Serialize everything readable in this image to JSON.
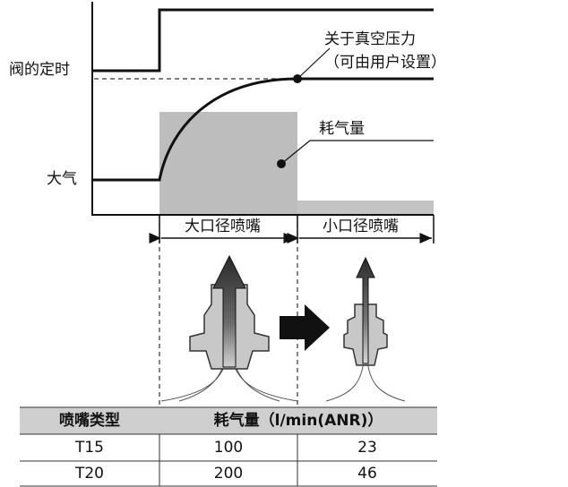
{
  "labels": {
    "valve_timing": "阀的定时",
    "atmosphere": "大气",
    "vacuum_line1": "关于真空压力",
    "vacuum_line2": "（可由用户设置）",
    "air_consumption": "耗气量",
    "large_nozzle": "大口径喷嘴",
    "small_nozzle": "小口径喷嘴"
  },
  "table": {
    "header": [
      "喷嘴类型",
      "耗气量（l/min(ANR)）"
    ],
    "rows": [
      [
        "T15",
        "100",
        "23"
      ],
      [
        "T20",
        "200",
        "46"
      ]
    ]
  },
  "colors": {
    "line": "#111111",
    "shade_large": "#bdbdbd",
    "shade_small": "#c4c4c4",
    "table_header_bg": "#cfcfcf",
    "nozzle_body": "#c8c8c8"
  }
}
